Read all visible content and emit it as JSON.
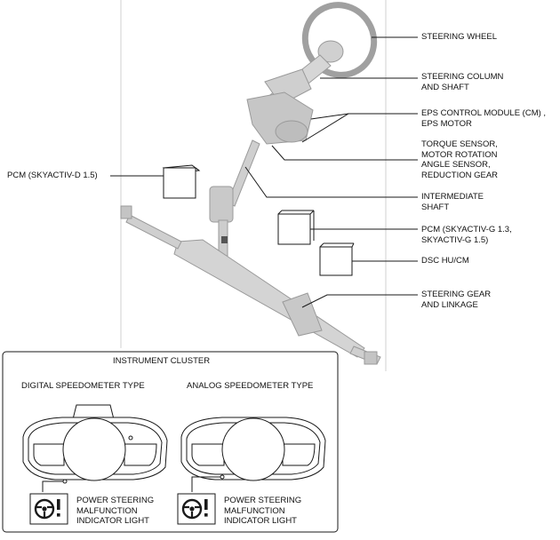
{
  "callouts": {
    "steering_wheel": "STEERING WHEEL",
    "steering_column": "STEERING COLUMN\nAND SHAFT",
    "eps_control_module": "EPS CONTROL MODULE (CM) ,\nEPS MOTOR",
    "torque_sensor": "TORQUE SENSOR,\nMOTOR ROTATION\nANGLE SENSOR,\nREDUCTION GEAR",
    "intermediate_shaft": "INTERMEDIATE\nSHAFT",
    "pcm_gasoline": "PCM (SKYACTIV-G 1.3,\nSKYACTIV-G 1.5)",
    "dsc_hu_cm": "DSC HU/CM",
    "steering_gear": "STEERING GEAR\nAND LINKAGE",
    "pcm_diesel": "PCM (SKYACTIV-D 1.5)"
  },
  "cluster": {
    "title": "INSTRUMENT CLUSTER",
    "digital_type": "DIGITAL SPEEDOMETER TYPE",
    "analog_type": "ANALOG SPEEDOMETER TYPE",
    "warning_light_label": "POWER STEERING\nMALFUNCTION\nINDICATOR LIGHT"
  },
  "colors": {
    "line": "#1a1a1a",
    "component_gray": "#b9b9b9",
    "component_light": "#e2e2e2",
    "frame_line": "#c8c8c8"
  }
}
